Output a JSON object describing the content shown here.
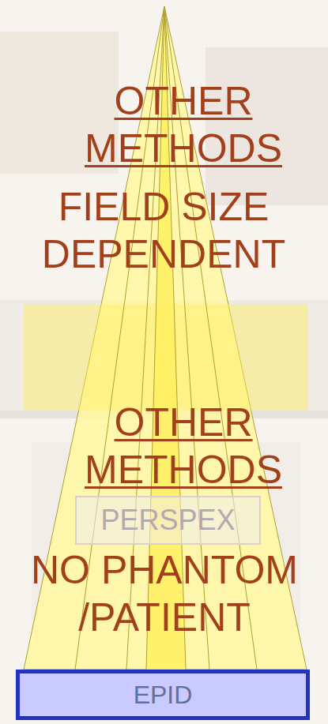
{
  "diagram": {
    "nodes": [
      {
        "text": [
          "PERSPEX"
        ]
      },
      {
        "text": [
          "EPID"
        ]
      }
    ],
    "labels": [
      "OTHER METHODS",
      "FIELD SIZE DEPENDENT",
      "OTHER METHODS",
      "NO PHANTOM /PATIENT"
    ]
  }
}
